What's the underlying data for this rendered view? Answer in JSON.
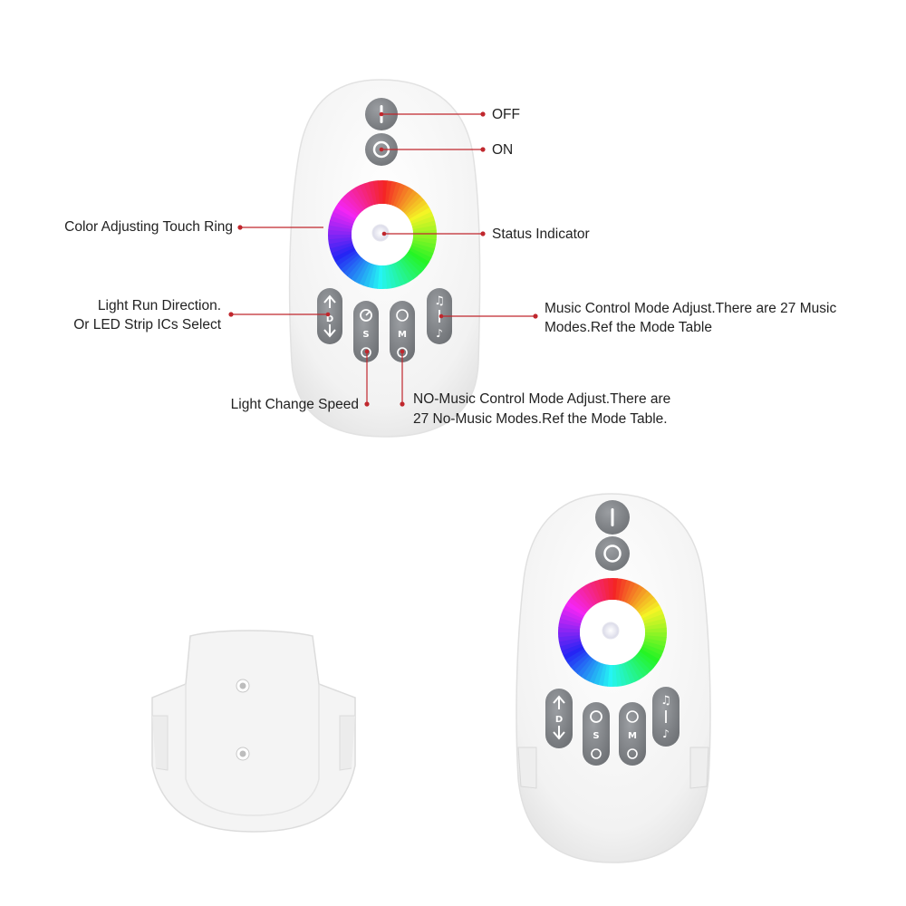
{
  "labels": {
    "off": "OFF",
    "on": "ON",
    "color_ring": "Color Adjusting Touch Ring",
    "status": "Status Indicator",
    "light_run_1": "Light Run Direction.",
    "light_run_2": "Or LED Strip ICs Select",
    "music_1": "Music Control Mode Adjust.There are 27 Music",
    "music_2": "Modes.Ref the Mode Table",
    "speed": "Light Change Speed",
    "nomusic_1": "NO-Music Control Mode Adjust.There are",
    "nomusic_2": "27 No-Music Modes.Ref the Mode Table."
  },
  "buttons": {
    "d": "D",
    "s": "S",
    "m": "M"
  },
  "colors": {
    "accent": "#c0272d",
    "remote_body": "#f3f3f3",
    "button": "#8a8d91",
    "text": "#222222"
  }
}
